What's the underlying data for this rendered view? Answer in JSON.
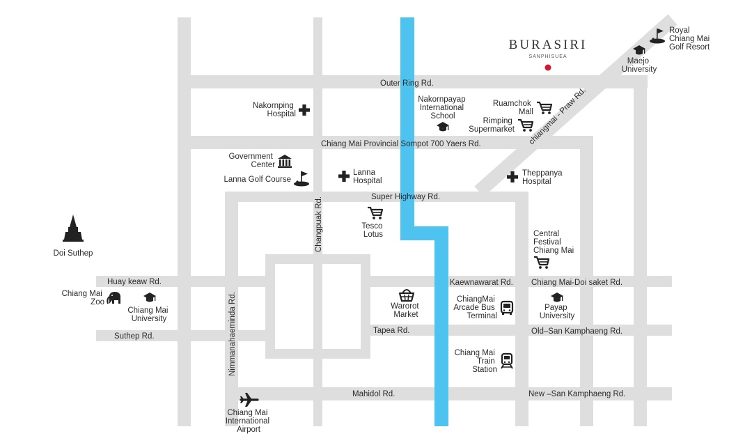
{
  "colors": {
    "road": "#dedede",
    "river": "#4fc3f0",
    "icon": "#222222",
    "marker": "#d3172e",
    "text": "#2b2b2b"
  },
  "brand": {
    "title": "BURASIRI",
    "subtitle": "SANPHISUEA"
  },
  "roads": {
    "outer_ring": "Outer Ring Rd.",
    "sompot": "Chiang Mai Provincial Sompot 700 Yaers Rd.",
    "super_highway": "Super Highway Rd.",
    "huay_keaw": "Huay keaw  Rd.",
    "kaewnawarat": "Kaewnawarat Rd.",
    "doi_saket": "Chiang Mai-Doi saket Rd.",
    "suthep": "Suthep  Rd.",
    "tapea": "Tapea Rd.",
    "old_san_kamphaeng": "Old–San Kamphaeng Rd.",
    "mahidol": "Mahidol Rd.",
    "new_san_kamphaeng": "New –San Kamphaeng Rd.",
    "changpuak": "Changpuak Rd.",
    "nimmanahaeminda": "Nimmanahaeminda Rd.",
    "chiangmai_praw": "chiangmai - Praw Rd."
  },
  "pois": {
    "royal_golf": {
      "lines": [
        "Royal",
        "Chiang Mai",
        "Golf Resort"
      ],
      "icon": "golf-icon"
    },
    "maejo": {
      "lines": [
        "Maejo",
        "University"
      ],
      "icon": "graduation-cap-icon"
    },
    "nakornping": {
      "lines": [
        "Nakornping",
        "Hospital"
      ],
      "icon": "hospital-cross-icon"
    },
    "nakornpayap": {
      "lines": [
        "Nakornpayap",
        "International",
        "School"
      ],
      "icon": "graduation-cap-icon"
    },
    "ruamchok": {
      "lines": [
        "Ruamchok",
        "Mall"
      ],
      "icon": "shopping-cart-icon"
    },
    "rimping": {
      "lines": [
        "Rimping",
        "Supermarket"
      ],
      "icon": "shopping-cart-icon"
    },
    "government": {
      "lines": [
        "Government",
        "Center"
      ],
      "icon": "government-building-icon"
    },
    "lanna_golf": {
      "lines": [
        "Lanna Golf Course"
      ],
      "icon": "golf-icon"
    },
    "lanna_hospital": {
      "lines": [
        "Lanna",
        "Hospital"
      ],
      "icon": "hospital-cross-icon"
    },
    "theppanya": {
      "lines": [
        "Theppanya",
        "Hospital"
      ],
      "icon": "hospital-cross-icon"
    },
    "tesco": {
      "lines": [
        "Tesco",
        "Lotus"
      ],
      "icon": "shopping-cart-icon"
    },
    "central": {
      "lines": [
        "Central",
        "Festival",
        "Chiang Mai"
      ],
      "icon": "shopping-cart-icon"
    },
    "doi_suthep": {
      "lines": [
        "Doi Suthep"
      ],
      "icon": "temple-icon"
    },
    "zoo": {
      "lines": [
        "Chiang Mai",
        "Zoo"
      ],
      "icon": "elephant-icon"
    },
    "cmu": {
      "lines": [
        "Chiang Mai",
        "University"
      ],
      "icon": "graduation-cap-icon"
    },
    "warorot": {
      "lines": [
        "Warorot",
        "Market"
      ],
      "icon": "basket-icon"
    },
    "arcade": {
      "lines": [
        "ChiangMai",
        "Arcade Bus",
        "Terminal"
      ],
      "icon": "bus-icon"
    },
    "payap": {
      "lines": [
        "Payap",
        "University"
      ],
      "icon": "graduation-cap-icon"
    },
    "train": {
      "lines": [
        "Chiang Mai",
        "Train",
        "Station"
      ],
      "icon": "train-icon"
    },
    "airport": {
      "lines": [
        "Chiang Mai",
        "International",
        "Airport"
      ],
      "icon": "airplane-icon"
    }
  }
}
